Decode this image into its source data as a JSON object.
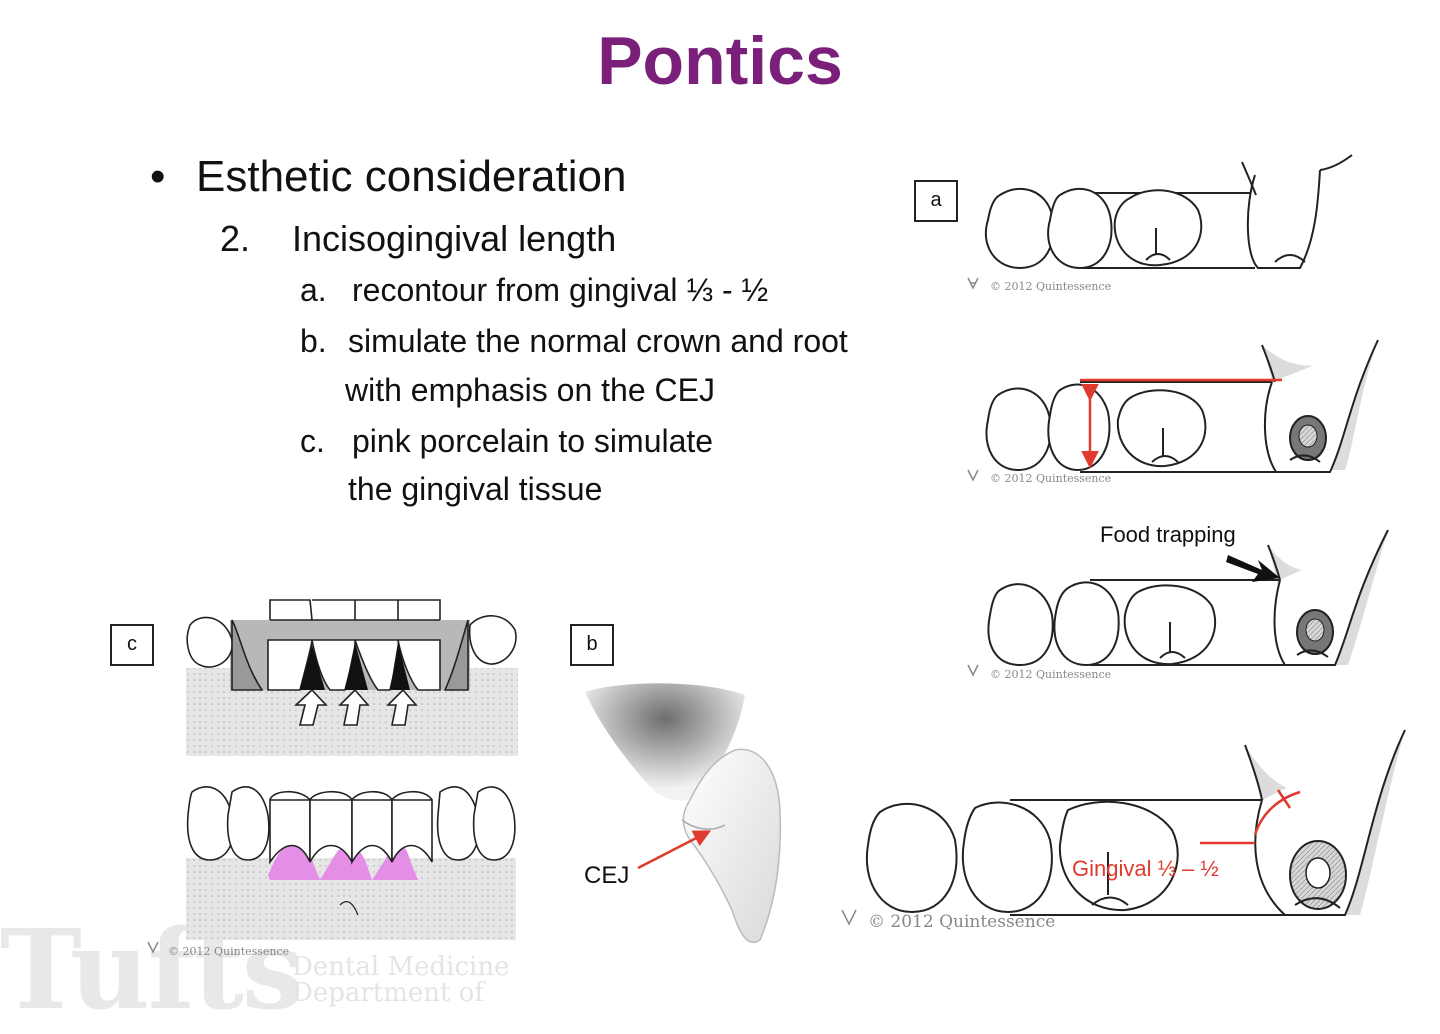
{
  "slide": {
    "title": "Pontics",
    "bullet_symbol": "•",
    "heading": "Esthetic consideration",
    "item_number": "2.",
    "item_text": "Incisogingival length",
    "subitems": [
      {
        "marker": "a.",
        "lines": [
          "recontour from gingival ⅓ - ½"
        ]
      },
      {
        "marker": "b.",
        "lines": [
          "simulate the normal crown and root",
          "with emphasis on the CEJ"
        ]
      },
      {
        "marker": "c.",
        "lines": [
          "pink porcelain to simulate",
          "the gingival tissue"
        ]
      }
    ]
  },
  "figures": {
    "label_a": "a",
    "label_b": "b",
    "label_c": "c",
    "copyright": "© 2012 Quintessence",
    "food_trapping": "Food trapping",
    "gingival_label": "Gingival ⅓ – ½",
    "cej_label": "CEJ"
  },
  "watermark": {
    "main": "Tufts",
    "line1": "Dental Medicine",
    "line2": "Department of"
  },
  "colors": {
    "title": "#7a1f7a",
    "annotation_red": "#e03a2f",
    "pink_porcelain": "#e48ee8"
  }
}
